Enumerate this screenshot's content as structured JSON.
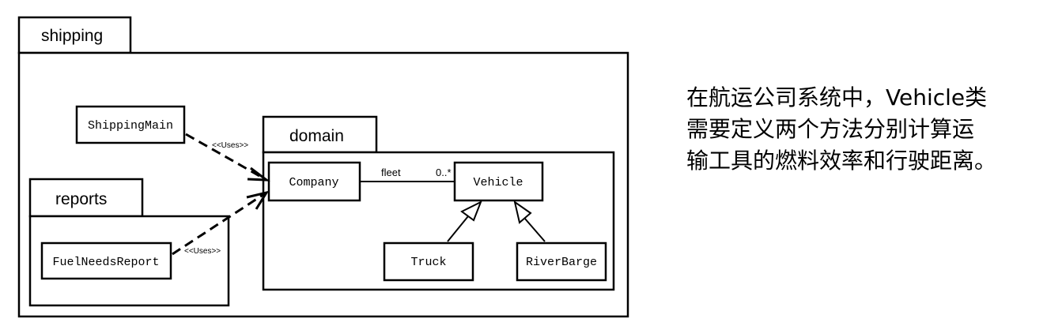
{
  "packages": {
    "shipping": "shipping",
    "domain": "domain",
    "reports": "reports"
  },
  "classes": {
    "shipping_main": "ShippingMain",
    "company": "Company",
    "vehicle": "Vehicle",
    "truck": "Truck",
    "river_barge": "RiverBarge",
    "fuel_needs_report": "FuelNeedsReport"
  },
  "relations": {
    "uses_1": "<<Uses>>",
    "uses_2": "<<Uses>>",
    "fleet_role": "fleet",
    "fleet_multiplicity": "0..*"
  },
  "description": {
    "line1": "在航运公司系统中，Vehicle类",
    "line2": "需要定义两个方法分别计算运",
    "line3": "输工具的燃料效率和行驶距离。"
  }
}
